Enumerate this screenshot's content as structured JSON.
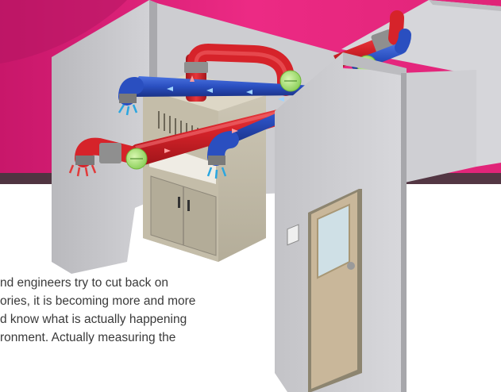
{
  "article": {
    "text_lines": [
      "nd engineers try to cut back on",
      "ories, it is becoming more and more",
      "d know what is actually happening",
      "ronment. Actually measuring the"
    ]
  },
  "illustration": {
    "subject": "laboratory HVAC duct system with fume hood",
    "colors": {
      "banner_magenta": "#e8287c",
      "supply_duct_blue": "#2a4fc0",
      "exhaust_duct_red": "#d6232a",
      "sensor_green": "#a8e27a",
      "wall_gray": "#c9c9cd",
      "door_tan": "#c9b79a"
    }
  }
}
